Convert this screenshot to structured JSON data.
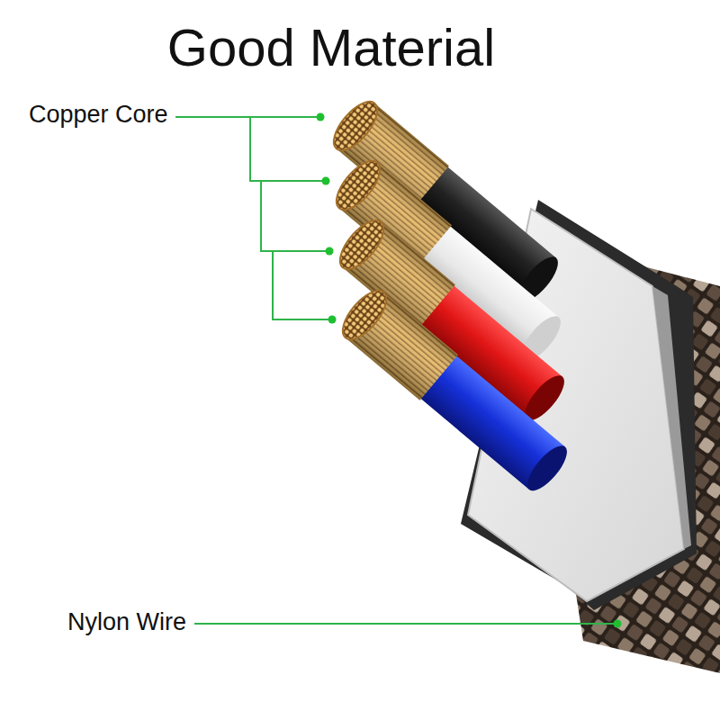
{
  "diagram": {
    "title": "Good Material",
    "labels": [
      "Copper Core",
      "Nylon Wire"
    ]
  }
}
